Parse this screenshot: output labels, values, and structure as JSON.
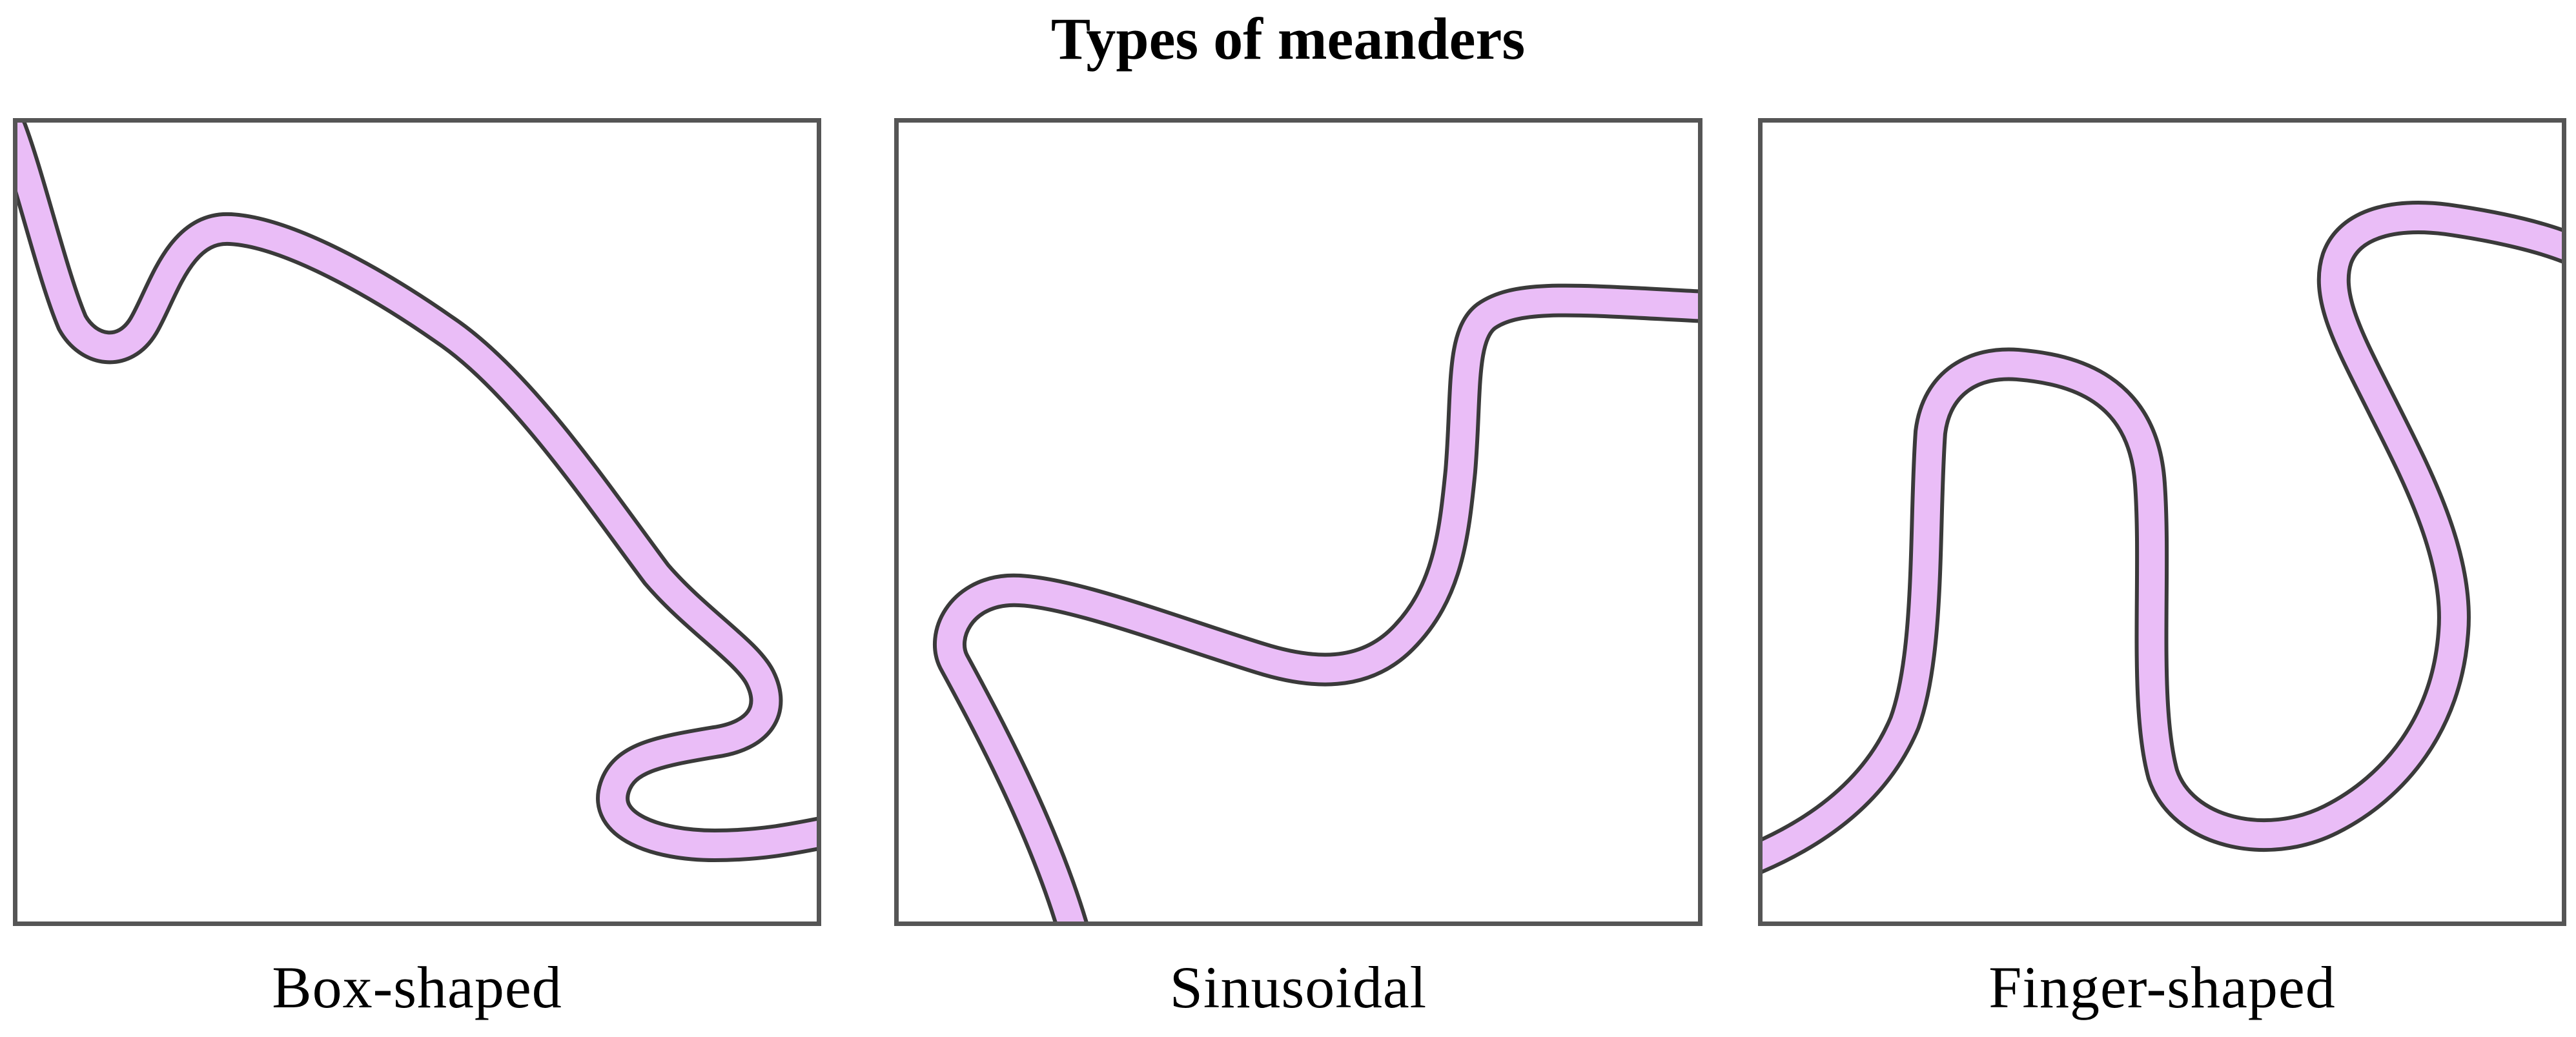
{
  "title": "Types of meanders",
  "colors": {
    "river_fill": "#eabdf7",
    "river_outline": "#3a3a3a",
    "panel_border": "#555555",
    "background": "#ffffff"
  },
  "panels": [
    {
      "caption": "Box-shaped"
    },
    {
      "caption": "Sinusoidal"
    },
    {
      "caption": "Finger-shaped"
    }
  ]
}
